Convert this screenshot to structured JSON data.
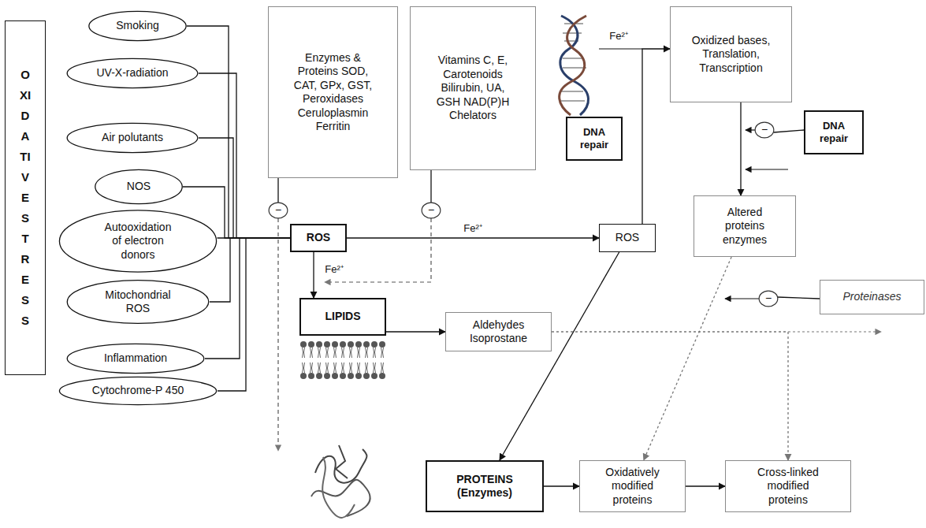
{
  "diagram": {
    "nodes": [
      {
        "text": [
          "OXIDATIVE STRESS"
        ]
      },
      {
        "text": [
          "Smoking"
        ]
      },
      {
        "text": [
          "UV-X-radiation"
        ]
      },
      {
        "text": [
          "Enzymes & Proteins SOD, CAT, GPx, GST, Peroxidases Ceruloplasmin Ferritin"
        ]
      },
      {
        "text": [
          "Vitamins C, E, Carotenoids Bilirubin, UA, GSH NAD(P)H Chelators"
        ]
      },
      {
        "text": [
          "DNA repair"
        ]
      },
      {
        "text": [
          "Oxidized bases, Translation, Transcription"
        ]
      },
      {
        "text": [
          "Air polutants"
        ]
      },
      {
        "text": [
          "NOS"
        ]
      },
      {
        "text": [
          "−"
        ]
      },
      {
        "text": [
          "−"
        ]
      },
      {
        "text": [
          "DNA repair"
        ]
      },
      {
        "text": [
          "−"
        ]
      },
      {
        "text": [
          "Autooxidation of electron donors"
        ]
      },
      {
        "text": [
          "ROS"
        ]
      },
      {
        "text": [
          "ROS"
        ]
      },
      {
        "text": [
          "Altered proteins enzymes"
        ]
      },
      {
        "text": [
          "Mitochondrial ROS"
        ]
      },
      {
        "text": [
          "−"
        ]
      },
      {
        "text": [
          "Proteinases"
        ]
      },
      {
        "text": [
          "LIPIDS"
        ]
      },
      {
        "text": [
          "Aldehydes Isoprostane"
        ]
      },
      {
        "text": [
          "Inflammation"
        ]
      },
      {
        "text": [
          "Cytochrome-P 450"
        ]
      },
      {
        "text": [
          "PROTEINS (Enzymes)"
        ]
      },
      {
        "text": [
          "Oxidatively modified proteins"
        ]
      },
      {
        "text": [
          "Cross-linked modified proteins"
        ]
      }
    ],
    "edges": [
      {
        "from": 1,
        "to": 14,
        "arrow": "none"
      },
      {
        "from": 2,
        "to": 14,
        "arrow": "none"
      },
      {
        "from": 7,
        "to": 14,
        "arrow": "none"
      },
      {
        "from": 8,
        "to": 14,
        "arrow": "none"
      },
      {
        "from": 13,
        "to": 14,
        "arrow": "none"
      },
      {
        "from": 17,
        "to": 14,
        "arrow": "none"
      },
      {
        "from": 22,
        "to": 14,
        "arrow": "none"
      },
      {
        "from": 23,
        "to": 14,
        "arrow": "none"
      },
      {
        "from": 3,
        "to": 9,
        "arrow": "none"
      },
      {
        "from": 4,
        "to": 10,
        "arrow": "none"
      },
      {
        "from": 14,
        "to": 15,
        "label": "Fe²⁺",
        "arrow": "to"
      },
      {
        "from": 14,
        "to": 20,
        "label": "Fe²⁺",
        "arrow": "to"
      },
      {
        "from": 15,
        "to": 6,
        "arrow": "to"
      },
      {
        "from": 15,
        "to": 24,
        "arrow": "to"
      },
      {
        "from": 6,
        "to": 16,
        "arrow": "to"
      },
      {
        "from": 11,
        "to": 12,
        "arrow": "none"
      },
      {
        "from": 19,
        "to": 18,
        "arrow": "none"
      },
      {
        "from": 16,
        "to": 25,
        "arrow": "to"
      },
      {
        "from": 20,
        "to": 21,
        "arrow": "to"
      },
      {
        "from": 21,
        "to": 26,
        "arrow": "to"
      },
      {
        "from": 24,
        "to": 25,
        "arrow": "to"
      },
      {
        "from": 25,
        "to": 26,
        "arrow": "to"
      }
    ],
    "labels": [
      "Fe²⁺"
    ]
  }
}
